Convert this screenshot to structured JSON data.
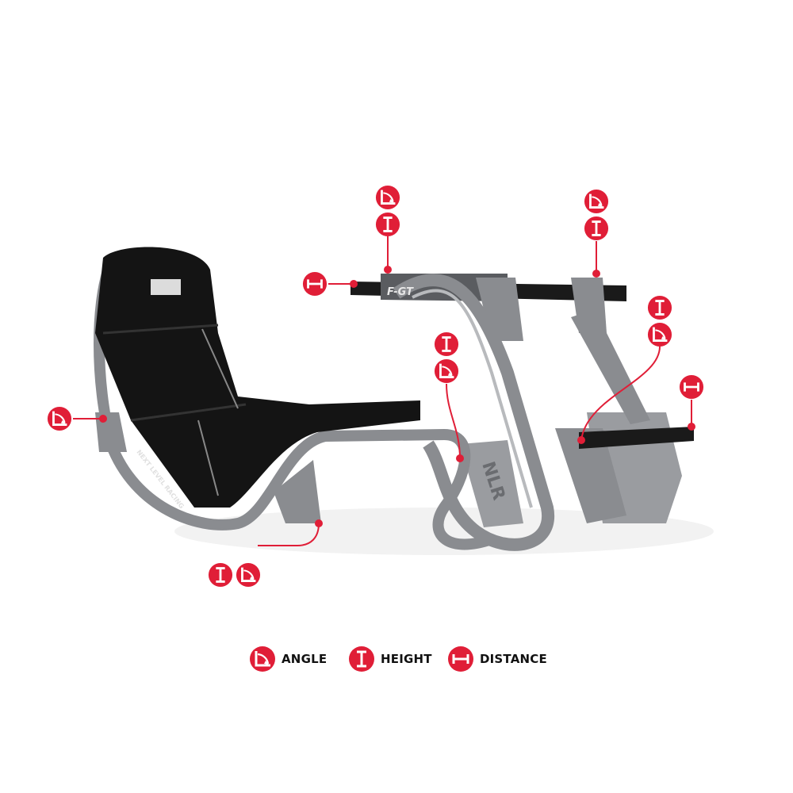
{
  "colors": {
    "accent": "#e01e37",
    "seat": "#141414",
    "frame": "#8a8c90",
    "icon_glyph": "#ffffff"
  },
  "product_markings": [
    "NEXT LEVEL RACING",
    "NLR",
    "F-GT"
  ],
  "callouts": [
    {
      "id": "wheel-mount-left",
      "icons": [
        "angle-icon",
        "height-icon"
      ]
    },
    {
      "id": "wheel-mount-distance",
      "icons": [
        "distance-icon"
      ]
    },
    {
      "id": "wheel-mount-right",
      "icons": [
        "angle-icon",
        "height-icon"
      ]
    },
    {
      "id": "pedal-plate",
      "icons": [
        "height-icon",
        "angle-icon"
      ]
    },
    {
      "id": "pedal-distance",
      "icons": [
        "distance-icon"
      ]
    },
    {
      "id": "shifter-mount",
      "icons": [
        "height-icon",
        "angle-icon"
      ]
    },
    {
      "id": "seat-back",
      "icons": [
        "angle-icon"
      ]
    },
    {
      "id": "seat-base",
      "icons": [
        "height-icon",
        "angle-icon"
      ]
    }
  ],
  "legend": {
    "items": [
      {
        "icon": "angle-icon",
        "label": "ANGLE"
      },
      {
        "icon": "height-icon",
        "label": "HEIGHT"
      },
      {
        "icon": "distance-icon",
        "label": "DISTANCE"
      }
    ]
  }
}
